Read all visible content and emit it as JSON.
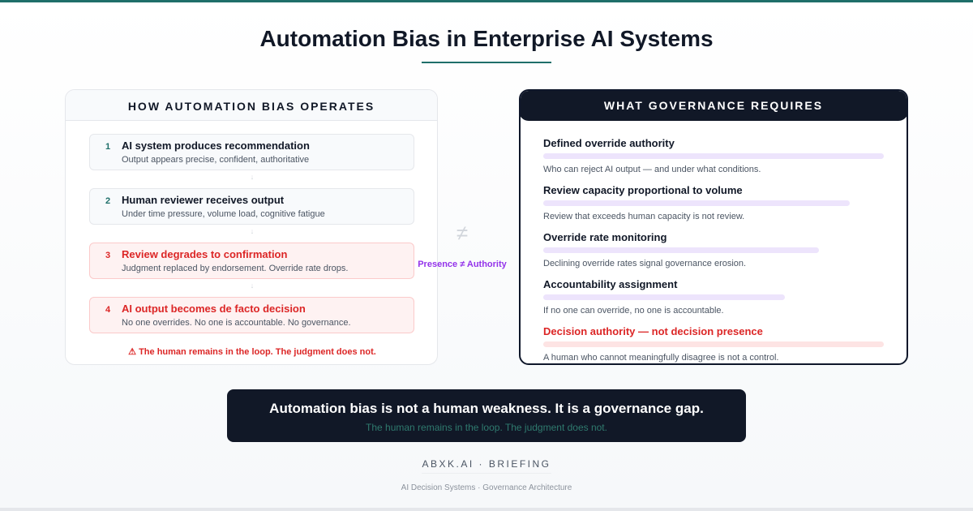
{
  "title": "Automation Bias in Enterprise AI Systems",
  "colors": {
    "accent": "#1f6f6a",
    "danger": "#dc2626",
    "purple": "#9333ea",
    "dark": "#111827"
  },
  "left_panel": {
    "heading": "HOW AUTOMATION BIAS OPERATES",
    "steps": [
      {
        "num": "1",
        "title": "AI system produces recommendation",
        "desc": "Output appears precise, confident, authoritative"
      },
      {
        "num": "2",
        "title": "Human reviewer receives output",
        "desc": "Under time pressure, volume load, cognitive fatigue"
      },
      {
        "num": "3",
        "title": "Review degrades to confirmation",
        "desc": "Judgment replaced by endorsement. Override rate drops."
      },
      {
        "num": "4",
        "title": "AI output becomes de facto decision",
        "desc": "No one overrides. No one is accountable. No governance."
      }
    ],
    "arrow": "↓",
    "warning": "⚠ The human remains in the loop. The judgment does not."
  },
  "connector": {
    "symbol": "≠",
    "label": "Presence ≠ Authority"
  },
  "right_panel": {
    "heading": "WHAT GOVERNANCE REQUIRES",
    "items": [
      {
        "title": "Defined override authority",
        "desc": "Who can reject AI output — and under what conditions.",
        "level": 1.0
      },
      {
        "title": "Review capacity proportional to volume",
        "desc": "Review that exceeds human capacity is not review.",
        "level": 0.9
      },
      {
        "title": "Override rate monitoring",
        "desc": "Declining override rates signal governance erosion.",
        "level": 0.81
      },
      {
        "title": "Accountability assignment",
        "desc": "If no one can override, no one is accountable.",
        "level": 0.71
      },
      {
        "title": "Decision authority — not decision presence",
        "desc": "A human who cannot meaningfully disagree is not a control.",
        "level": 1.0
      }
    ]
  },
  "banner": {
    "main": "Automation bias is not a human weakness. It is a governance gap.",
    "sub": "The human remains in the loop. The judgment does not."
  },
  "footer": {
    "brand": "ABXK.AI · BRIEFING",
    "subtitle": "AI Decision Systems · Governance Architecture"
  }
}
